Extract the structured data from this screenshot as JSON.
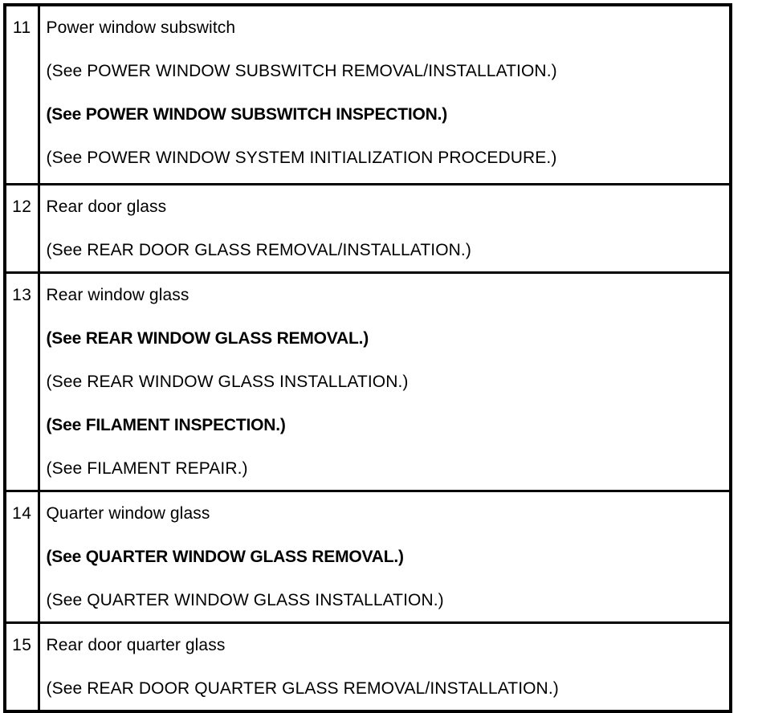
{
  "document": {
    "type": "service-manual-table",
    "ink_color": "#000000",
    "paper_color": "#ffffff"
  },
  "table": {
    "columns": [
      "item-number",
      "description"
    ],
    "rows": [
      {
        "number": "11",
        "title": "Power window subswitch",
        "references": [
          {
            "text": "(See POWER WINDOW SUBSWITCH REMOVAL/INSTALLATION.)",
            "heavy": false
          },
          {
            "text": "(See POWER WINDOW SUBSWITCH INSPECTION.)",
            "heavy": true
          },
          {
            "text": "(See POWER WINDOW SYSTEM INITIALIZATION PROCEDURE.)",
            "heavy": false
          }
        ]
      },
      {
        "number": "12",
        "title": "Rear door glass",
        "references": [
          {
            "text": "(See REAR DOOR GLASS REMOVAL/INSTALLATION.)",
            "heavy": false
          }
        ]
      },
      {
        "number": "13",
        "title": "Rear window glass",
        "references": [
          {
            "text": "(See REAR WINDOW GLASS REMOVAL.)",
            "heavy": true
          },
          {
            "text": "(See REAR WINDOW GLASS INSTALLATION.)",
            "heavy": false
          },
          {
            "text": "(See FILAMENT INSPECTION.)",
            "heavy": true
          },
          {
            "text": "(See FILAMENT REPAIR.)",
            "heavy": false
          }
        ]
      },
      {
        "number": "14",
        "title": "Quarter window glass",
        "references": [
          {
            "text": "(See QUARTER WINDOW GLASS REMOVAL.)",
            "heavy": true
          },
          {
            "text": "(See QUARTER WINDOW GLASS INSTALLATION.)",
            "heavy": false
          }
        ]
      },
      {
        "number": "15",
        "title": "Rear door quarter glass",
        "references": [
          {
            "text": "(See REAR DOOR QUARTER GLASS REMOVAL/INSTALLATION.)",
            "heavy": false
          }
        ]
      }
    ]
  }
}
